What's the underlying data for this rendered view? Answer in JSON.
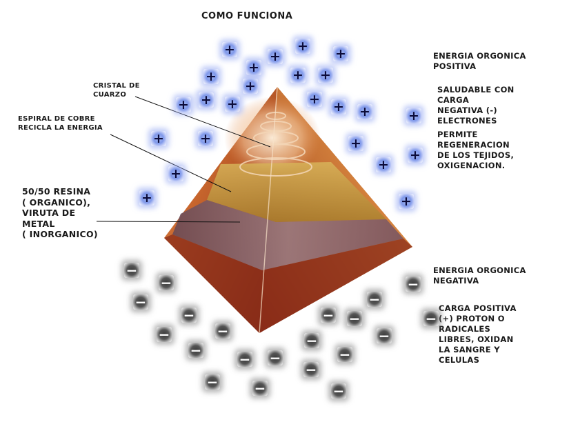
{
  "labels": {
    "title": "COMO FUNCIONA",
    "cristal": "CRISTAL DE\nCUARZO",
    "espiral": "ESPIRAL DE COBRE\nRECICLA LA ENERGIA",
    "resina": "50/50 RESINA\n( ORGANICO),\nVIRUTA DE\nMETAL\n( INORGANICO)",
    "positiva_title": "ENERGIA ORGONICA\nPOSITIVA",
    "saludable": "SALUDABLE CON\nCARGA\nNEGATIVA (-)\nELECTRONES",
    "permite": "PERMITE\nREGENERACION\nDE LOS TEJIDOS,\nOXIGENACION.",
    "negativa_title": "ENERGIA ORGONICA\nNEGATIVA",
    "carga_positiva": "CARGA POSITIVA\n(+) PROTON O\nRADICALES\nLIBRES, OXIDAN\nLA SANGRE Y\nCELULAS"
  },
  "symbols": {
    "plus": "+",
    "minus": "−"
  },
  "colors": {
    "positive_glow": "#8fa6ee",
    "negative_glow": "#555555",
    "pyramid_copper": "#b5541f",
    "pyramid_gold": "#c8a34a",
    "text": "#1a1a1a"
  }
}
